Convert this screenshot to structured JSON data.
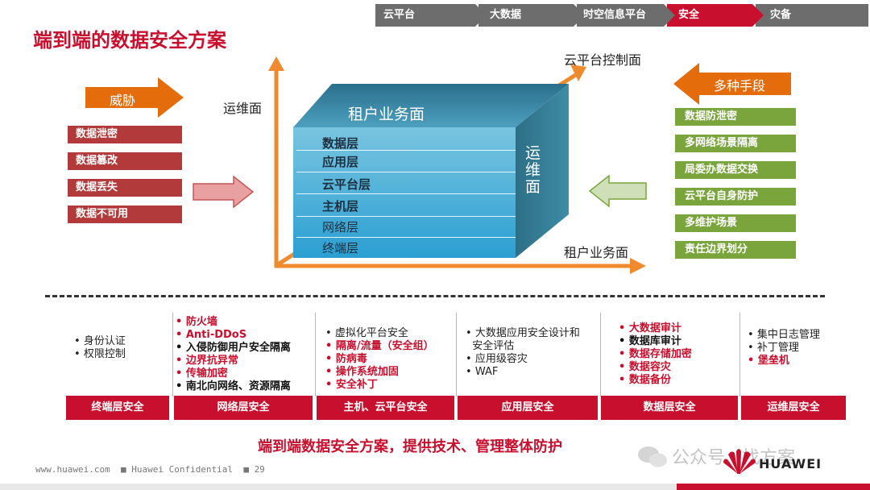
{
  "breadcrumb": [
    "云平台",
    "大数据",
    "时空信息平台",
    "安全",
    "灾备"
  ],
  "title": "端到端的数据安全方案",
  "threat": {
    "label": "威胁",
    "items": [
      "数据泄密",
      "数据篡改",
      "数据丢失",
      "数据不可用"
    ]
  },
  "measures": {
    "label": "多种手段",
    "items": [
      "数据防泄密",
      "多网络场景隔离",
      "局委办数据交换",
      "云平台自身防护",
      "多维护场景",
      "责任边界划分"
    ]
  },
  "cube": {
    "front_title": "租户业务面",
    "side_label": "运维面",
    "layers": [
      "数据层",
      "应用层",
      "云平台层",
      "主机层",
      "网络层",
      "终端层"
    ]
  },
  "axes": {
    "y_label": "运维面",
    "diag_label": "云平台控制面",
    "x_label": "租户业务面"
  },
  "columns": [
    {
      "title": "终端层安全",
      "items": [
        {
          "t": "身份认证",
          "s": "n"
        },
        {
          "t": "权限控制",
          "s": "n"
        }
      ]
    },
    {
      "title": "网络层安全",
      "items": [
        {
          "t": "防火墙",
          "s": "r"
        },
        {
          "t": "Anti-DDoS",
          "s": "r"
        },
        {
          "t": "入侵防御用户安全隔离",
          "s": "b"
        },
        {
          "t": "边界抗异常",
          "s": "r"
        },
        {
          "t": "传输加密",
          "s": "r"
        },
        {
          "t": "南北向网络、资源隔离",
          "s": "b"
        }
      ]
    },
    {
      "title": "主机、云平台安全",
      "items": [
        {
          "t": "虚拟化平台安全",
          "s": "n"
        },
        {
          "t": "隔离/流量（安全组）",
          "s": "r"
        },
        {
          "t": "防病毒",
          "s": "r"
        },
        {
          "t": "操作系统加固",
          "s": "r"
        },
        {
          "t": "安全补丁",
          "s": "r"
        }
      ]
    },
    {
      "title": "应用层安全",
      "items": [
        {
          "t": "大数据应用安全设计和",
          "s": "n"
        },
        {
          "t": "安全评估",
          "s": "n"
        },
        {
          "t": "应用级容灾",
          "s": "n"
        },
        {
          "t": "WAF",
          "s": "n"
        }
      ]
    },
    {
      "title": "数据层安全",
      "items": [
        {
          "t": "大数据审计",
          "s": "r"
        },
        {
          "t": "数据库审计",
          "s": "b"
        },
        {
          "t": "数据存储加密",
          "s": "r"
        },
        {
          "t": "数据容灾",
          "s": "r"
        },
        {
          "t": "数据备份",
          "s": "r"
        }
      ]
    },
    {
      "title": "运维层安全",
      "items": [
        {
          "t": "集中日志管理",
          "s": "n"
        },
        {
          "t": "补丁管理",
          "s": "n"
        },
        {
          "t": "堡垒机",
          "s": "r"
        }
      ]
    }
  ],
  "bottom_text": "端到端数据安全方案，提供技术、管理整体防护",
  "footer": {
    "site": "www.huawei.com",
    "sep": "■",
    "confidential": "Huawei Confidential",
    "page": "29"
  },
  "watermark": "公众号 · 找方案",
  "brand": "HUAWEI",
  "colors": {
    "red": "#c8102e",
    "orange": "#e46c0a",
    "green": "#7aa43c",
    "cube": "#2e8fb5"
  }
}
